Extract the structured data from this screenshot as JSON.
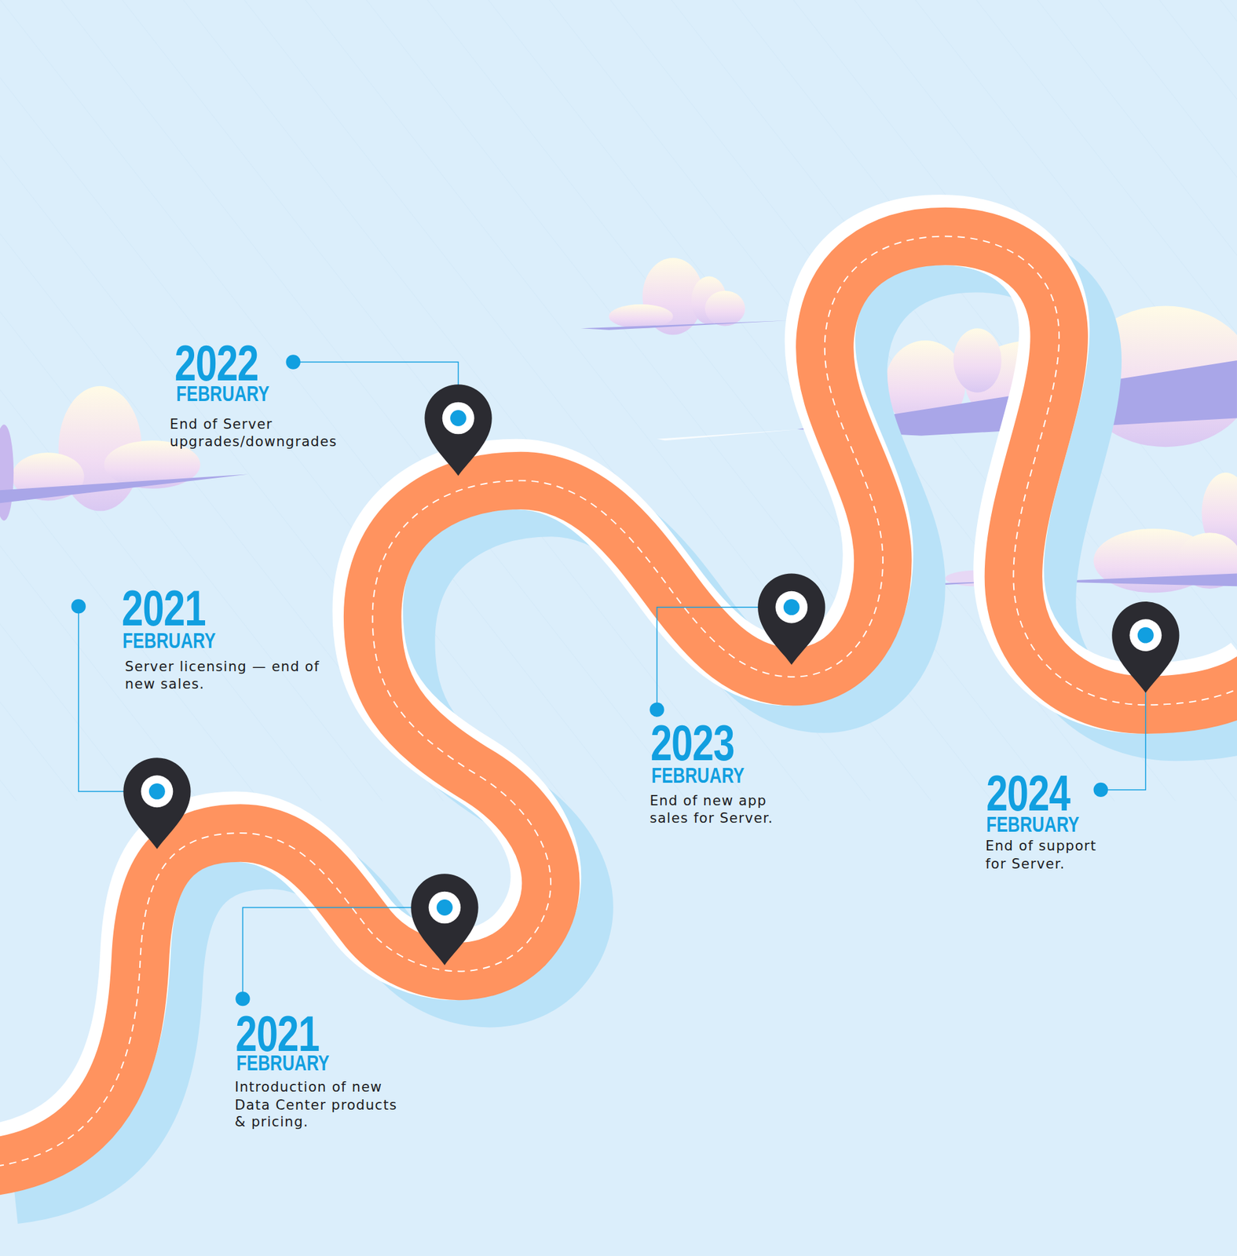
{
  "diagram": {
    "labels": [
      "2022",
      "FEBRUARY",
      "End of Server upgrades/downgrades",
      "2021",
      "FEBRUARY",
      "Server licensing — end of new sales.",
      "2023",
      "FEBRUARY",
      "End of new app sales for Server.",
      "2024",
      "FEBRUARY",
      "End of support for Server.",
      "2021",
      "FEBRUARY",
      "Introduction of new Data Center products & pricing."
    ]
  }
}
